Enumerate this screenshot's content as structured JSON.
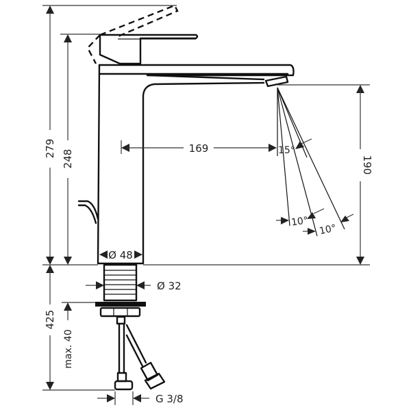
{
  "drawing": {
    "subject": "single-lever basin mixer with pop-up waste",
    "units": "mm",
    "dimensions": {
      "total_height": "279",
      "lever_height": "248",
      "spout_reach": "169",
      "spout_height": "190",
      "body_diameter": "Ø 48",
      "shank_diameter": "Ø 32",
      "below_deck": "425",
      "max_deck_thickness": "max. 40",
      "connection_thread": "G 3/8"
    },
    "angles": {
      "spray_outer": "15°",
      "spray_a": "10°",
      "spray_b": "10°"
    },
    "colors": {
      "line": "#111111",
      "dimension": "#333333",
      "background": "#ffffff"
    }
  }
}
